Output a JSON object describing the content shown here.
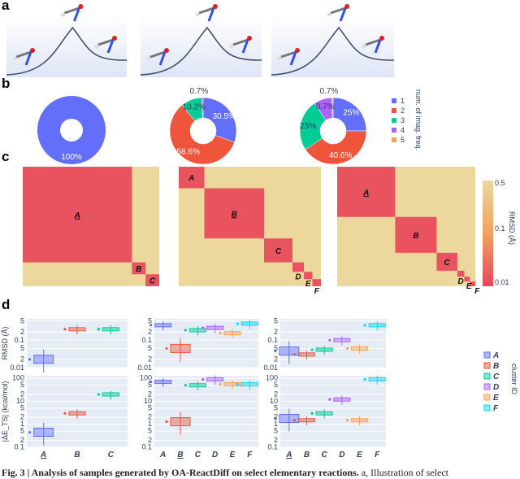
{
  "panel_labels": [
    "a",
    "b",
    "c",
    "d"
  ],
  "colors": {
    "1": "#636efa",
    "2": "#ef553b",
    "3": "#00cc96",
    "4": "#ab63fa",
    "5": "#ffa15a",
    "F": "#19d3f3",
    "heat_low": "#e8475a",
    "heat_high": "#ecd89c",
    "plot_bg": "#e5ecf6",
    "curve": "#3b4a6b"
  },
  "caption": {
    "bold": "Fig. 3 | Analysis of samples generated by OA-ReactDiff on select elementary reactions.",
    "rest": " a, Illustration of select"
  },
  "chart_data": [
    {
      "type": "pie",
      "panel": "b",
      "hole": true,
      "labels": [
        "1"
      ],
      "values": [
        100
      ],
      "text": [
        "100%"
      ]
    },
    {
      "type": "pie",
      "panel": "b",
      "hole": true,
      "labels": [
        "1",
        "2",
        "3",
        "4"
      ],
      "values": [
        30.5,
        58.6,
        10.2,
        0.7
      ],
      "text": [
        "30.5%",
        "58.6%",
        "10.2%",
        "0.7%"
      ]
    },
    {
      "type": "pie",
      "panel": "b",
      "hole": true,
      "labels": [
        "1",
        "2",
        "3",
        "4",
        "5"
      ],
      "values": [
        25,
        40.6,
        25,
        8.7,
        0.7
      ],
      "text": [
        "25%",
        "40.6%",
        "25%",
        "8.7%",
        "0.7%"
      ]
    },
    {
      "type": "legend",
      "panel": "b",
      "title": "num. of imag. freq.",
      "entries": [
        "1",
        "2",
        "3",
        "4",
        "5"
      ]
    },
    {
      "type": "heatmap",
      "panel": "c",
      "clusters": [
        "A",
        "B",
        "C"
      ],
      "underlined": "A",
      "cluster_fractions": [
        0.8,
        0.1,
        0.1
      ]
    },
    {
      "type": "heatmap",
      "panel": "c",
      "clusters": [
        "A",
        "B",
        "C",
        "D",
        "E",
        "F"
      ],
      "underlined": "B",
      "cluster_fractions": [
        0.18,
        0.42,
        0.2,
        0.08,
        0.06,
        0.06
      ]
    },
    {
      "type": "heatmap",
      "panel": "c",
      "clusters": [
        "A",
        "B",
        "C",
        "D",
        "E",
        "F"
      ],
      "underlined": "A",
      "cluster_fractions": [
        0.42,
        0.3,
        0.15,
        0.05,
        0.04,
        0.04
      ]
    },
    {
      "type": "colorbar",
      "panel": "c",
      "title": "RMSD (Å)",
      "ticks": [
        "0.5",
        "0.1",
        "0.01"
      ],
      "range": [
        0.01,
        0.5
      ],
      "scale": "log"
    },
    {
      "type": "box",
      "panel": "d",
      "clusters": [
        "A",
        "B",
        "C"
      ],
      "underlined": "A",
      "rmsd_median": [
        0.02,
        0.25,
        0.25
      ],
      "energy_median": [
        0.45,
        3,
        20
      ]
    },
    {
      "type": "box",
      "panel": "d",
      "clusters": [
        "A",
        "B",
        "C",
        "D",
        "E",
        "F"
      ],
      "underlined": "B",
      "rmsd_median": [
        0.35,
        0.05,
        0.23,
        0.28,
        0.18,
        0.4
      ],
      "energy_median": [
        70,
        1.3,
        50,
        90,
        55,
        55
      ]
    },
    {
      "type": "box",
      "panel": "d",
      "clusters": [
        "A",
        "B",
        "C",
        "D",
        "E",
        "F"
      ],
      "underlined": "A",
      "rmsd_median": [
        0.04,
        0.03,
        0.045,
        0.1,
        0.05,
        0.35
      ],
      "energy_median": [
        1.8,
        1.5,
        3,
        12,
        1.5,
        90
      ]
    },
    {
      "type": "axes",
      "panel": "d",
      "rmsd_label": "RMSD (Å)",
      "energy_label": "|ΔE_TS| (kcal/mol)",
      "scale": "log",
      "rmsd_range": [
        0.01,
        0.6
      ],
      "rmsd_ticks": [
        0.5,
        0.2,
        0.1,
        0.05,
        0.02,
        0.01
      ],
      "rmsd_tick_labels": [
        "5",
        "2",
        "0.1",
        "5",
        "2",
        "0.01"
      ],
      "energy_range": [
        0.1,
        130
      ],
      "energy_ticks": [
        100,
        50,
        20,
        10,
        5,
        2,
        1,
        0.5,
        0.2,
        0.1
      ],
      "energy_tick_labels": [
        "100",
        "5",
        "2",
        "10",
        "5",
        "2",
        "1",
        "5",
        "2",
        "0.1"
      ],
      "legend_title": "cluster ID",
      "legend_entries": [
        "A",
        "B",
        "C",
        "D",
        "E",
        "F"
      ]
    }
  ]
}
